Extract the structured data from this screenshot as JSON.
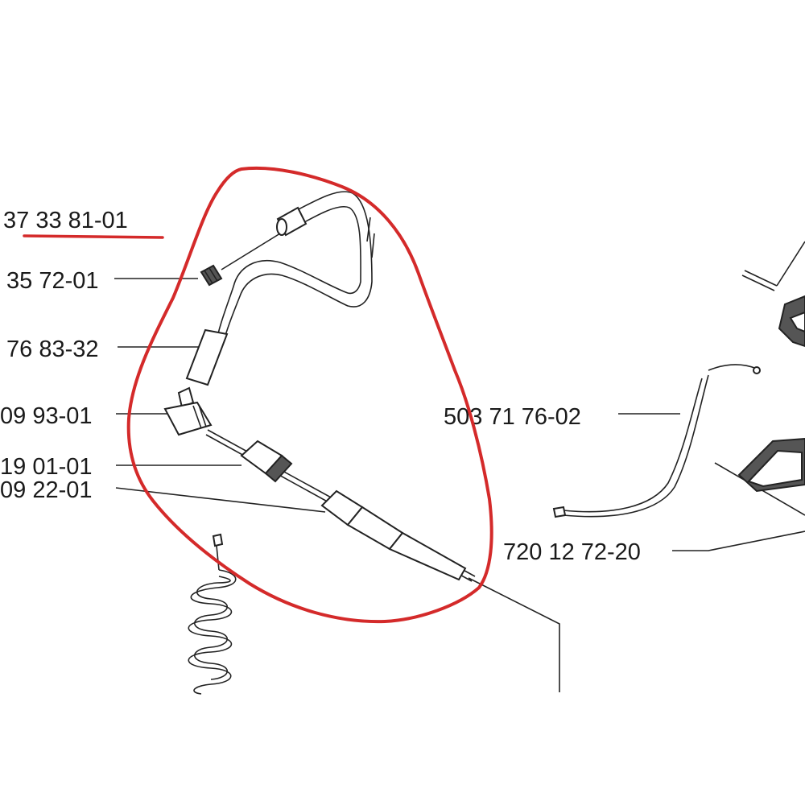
{
  "labels": {
    "p1": "37 33 81-01",
    "p2": "35 72-01",
    "p3": "76 83-32",
    "p4": "09 93-01",
    "p5": "19 01-01",
    "p6": "09 22-01",
    "p7": "503 71 76-02",
    "p8": "720 12 72-20"
  },
  "colors": {
    "annotation": "#d42a2a",
    "line_art": "#222222",
    "text": "#1a1a1a"
  }
}
